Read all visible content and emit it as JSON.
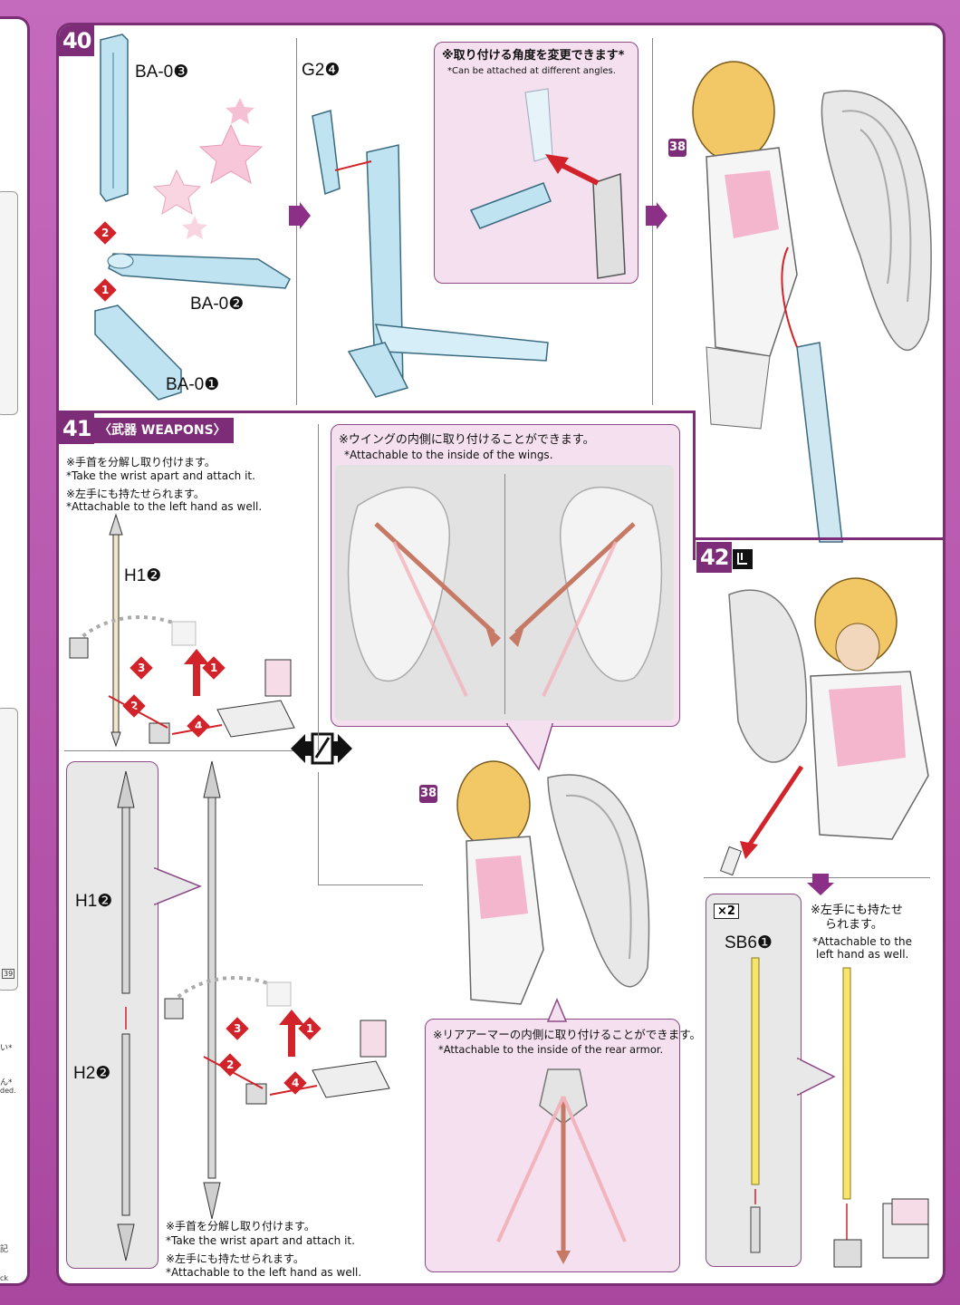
{
  "left_strip": {
    "badge": "39",
    "lines": [
      "い*",
      "ん*",
      "ded.",
      "記",
      "ck"
    ]
  },
  "step40": {
    "number": "40",
    "parts": {
      "ba03": "BA-0❸",
      "ba02": "BA-0❷",
      "ba01": "BA-0❶",
      "g24": "G2❹"
    },
    "note_jp": "※取り付ける角度を変更できます*",
    "note_en": "*Can be attached at different angles.",
    "ref_badge": "38",
    "order": [
      "2",
      "1"
    ]
  },
  "step41": {
    "number": "41",
    "title": "〈武器 WEAPONS〉",
    "notes_top": [
      "※手首を分解し取り付けます。",
      "*Take the wrist apart and attach it.",
      "※左手にも持たせられます。",
      "*Attachable to the left hand as well."
    ],
    "parts": {
      "h12_top": "H1❷",
      "h12": "H1❷",
      "h22": "H2❷"
    },
    "order": [
      "3",
      "1",
      "2",
      "4"
    ],
    "wings_note_jp": "※ウイングの内側に取り付けることができます。",
    "wings_note_en": "*Attachable to the inside of the wings.",
    "rear_note_jp": "※リアアーマーの内側に取り付けることができます。",
    "rear_note_en": "*Attachable to the inside of the rear armor.",
    "ref_badge": "38",
    "notes_bottom": [
      "※手首を分解し取り付けます。",
      "*Take the wrist apart and attach it.",
      "※左手にも持たせられます。",
      "*Attachable to the left hand as well."
    ]
  },
  "step42": {
    "number": "42",
    "count": "×2",
    "part": "SB6❶",
    "note_jp_1": "※左手にも持たせ",
    "note_jp_2": "られます。",
    "note_en_1": "*Attachable to the",
    "note_en_2": "left hand as well."
  },
  "colors": {
    "brand": "#7d2c78",
    "accent_red": "#d2232a",
    "panel_pink": "#f4e0ef"
  }
}
